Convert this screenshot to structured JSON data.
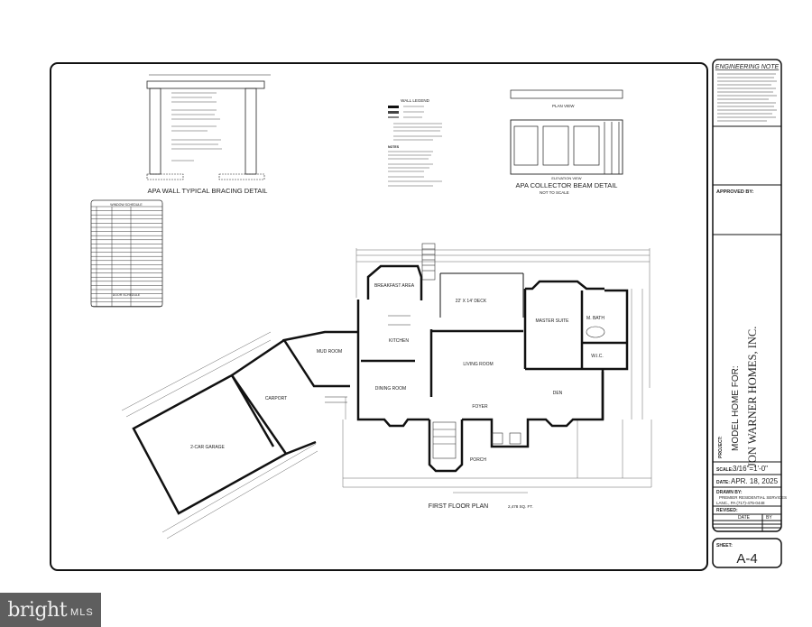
{
  "sheet": {
    "engineering_note_title": "ENGINEERING NOTE",
    "approved_by_label": "APPROVED BY:",
    "project_label": "PROJECT:",
    "project_line1": "MODEL HOME FOR:",
    "project_line2": "JON WARNER HOMES, INC.",
    "scale_label": "SCALE:",
    "scale_value": "3/16\"=1'-0\"",
    "date_label": "DATE:",
    "date_value": "APR. 18, 2025",
    "drawn_by_label": "DRAWN BY:",
    "drawn_by_value": "PREMIER RESIDENTIAL SERVICES",
    "drawn_by_contact": "LANC., PA (717)-475-0448",
    "revised_label": "REVISED:",
    "revised_columns": [
      "DATE",
      "BY"
    ],
    "sheet_label": "SHEET:",
    "sheet_number": "A-4"
  },
  "details": {
    "bracing_title": "APA WALL TYPICAL BRACING DETAIL",
    "wall_legend_title": "WALL LEGEND",
    "notes_title": "NOTES",
    "plan_view": "PLAN VIEW",
    "elevation_view": "ELEVATION VIEW",
    "collector_title": "APA COLLECTOR BEAM DETAIL",
    "collector_subtitle": "NOT TO SCALE",
    "window_schedule_title": "WINDOW SCHEDULE",
    "door_schedule_title": "DOOR SCHEDULE"
  },
  "plan": {
    "title": "FIRST FLOOR PLAN",
    "area": "2,478 SQ. FT.",
    "rooms": {
      "breakfast": "BREAKFAST AREA",
      "deck": "22' X 14' DECK",
      "kitchen": "KITCHEN",
      "mud_room": "MUD ROOM",
      "living_room": "LIVING ROOM",
      "master_suite": "MASTER SUITE",
      "master_bath": "M. BATH",
      "wic": "W.I.C.",
      "dining_room": "DINING ROOM",
      "den": "DEN",
      "foyer": "FOYER",
      "porch": "PORCH",
      "carport": "CARPORT",
      "garage": "2-CAR GARAGE"
    }
  },
  "logo": {
    "brand": "bright",
    "suffix": "MLS"
  }
}
